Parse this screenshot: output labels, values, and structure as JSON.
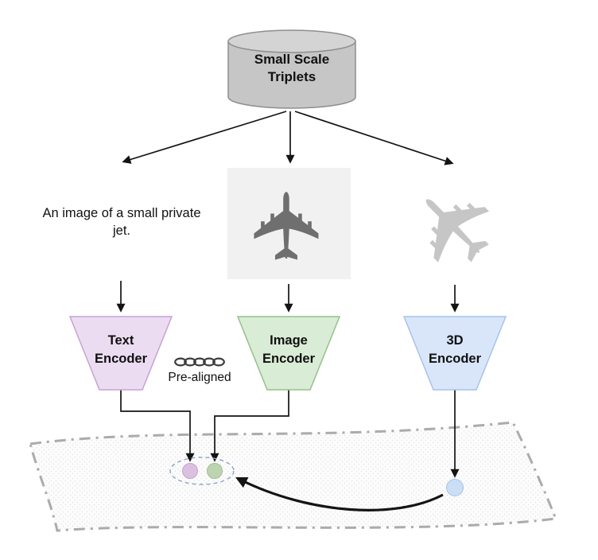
{
  "database": {
    "line1": "Small Scale",
    "line2": "Triplets"
  },
  "text_input": {
    "caption": "An image of a small private jet."
  },
  "icons": {
    "airplane_photo": "✈",
    "airplane_pointcloud": "✈"
  },
  "encoders": [
    {
      "id": "text",
      "line1": "Text",
      "line2": "Encoder",
      "fill": "#ecdcf2",
      "stroke": "#c5a3d3"
    },
    {
      "id": "image",
      "line1": "Image",
      "line2": "Encoder",
      "fill": "#d9ecd5",
      "stroke": "#93c28b"
    },
    {
      "id": "3d",
      "line1": "3D",
      "line2": "Encoder",
      "fill": "#d9e6fa",
      "stroke": "#a6c2ec"
    }
  ],
  "prealigned": {
    "label": "Pre-aligned"
  },
  "embedding_space": {
    "dots": [
      {
        "id": "text-embedding",
        "fill": "#dcc0e2",
        "stroke": "#c6a3cf"
      },
      {
        "id": "image-embedding",
        "fill": "#bcd5b0",
        "stroke": "#9fbf92"
      },
      {
        "id": "3d-embedding",
        "fill": "#cadef6",
        "stroke": "#a6c3e2"
      }
    ]
  },
  "colors": {
    "cylinder_fill": "#c6c6c6",
    "cylinder_top_fill": "#d4d4d4",
    "cylinder_stroke": "#8e8e8e",
    "arrow": "#141414",
    "manifold_stroke": "#ababab",
    "ellipse_stroke": "#8ba3c7",
    "image_box_fill": "#f1f1f1",
    "plane_photo_color": "#6f6f6f",
    "pointcloud_color": "#c3c3c3",
    "chain_stroke": "#3c3c3c"
  }
}
